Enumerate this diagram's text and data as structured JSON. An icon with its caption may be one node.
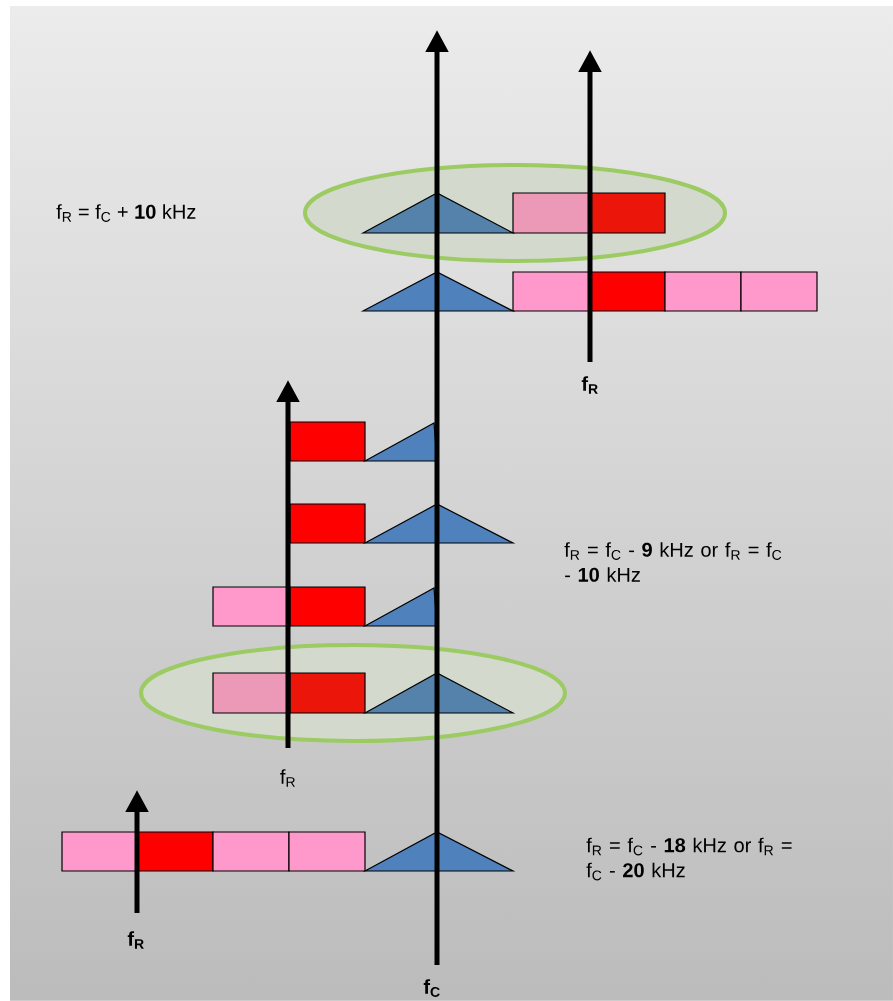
{
  "diagram": {
    "labels": [
      "f$_{R}$ = f$_{C}$ + **10** kHz",
      "f$_{R}$",
      "f$_{R}$ = f$_{C}$ -  **9** kHz or f$_{R}$ = f$_{C}$ - **10** kHz",
      "f$_{R}$",
      "f$_{R}$ = f$_{C}$ - **18** kHz or f$_{R}$ = f$_{C}$ - **20** kHz",
      "f$_{R}$",
      "f$_{C}$"
    ]
  }
}
